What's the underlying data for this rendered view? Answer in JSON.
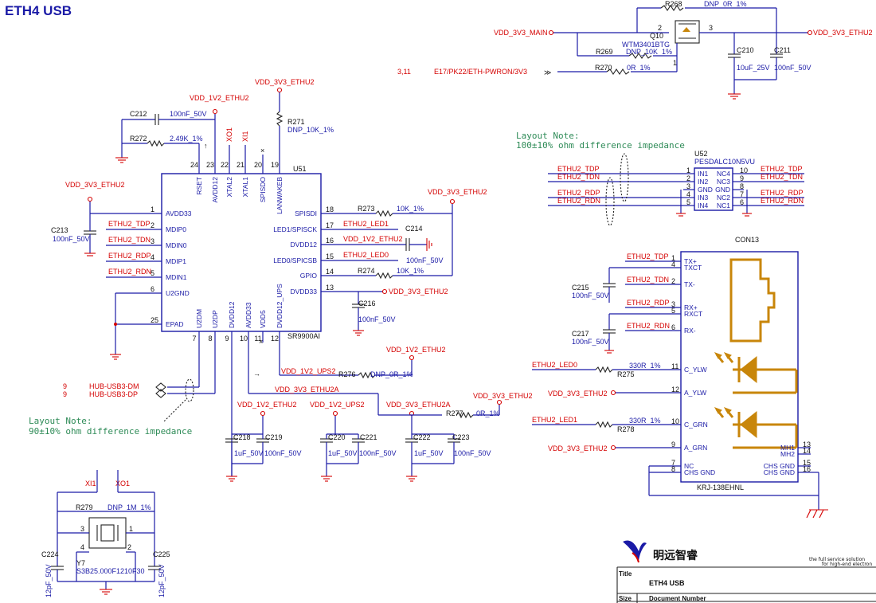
{
  "title": "ETH4 USB",
  "nets": {
    "vdd_3v3_main": "VDD_3V3_MAIN",
    "vdd_3v3_ethu2": "VDD_3V3_ETHU2",
    "vdd_1v2_ethu2": "VDD_1V2_ETHU2",
    "vdd_1v2_ups2": "VDD_1V2_UPS2",
    "vdd_3v3_ethu2a": "VDD_3V3_ETHU2A",
    "eth_pwron": "E17/PK22/ETH-PWRON/3V3",
    "eth_pwron_ref": "3,11",
    "hub_dm": "HUB-USB3-DM",
    "hub_dp": "HUB-USB3-DP",
    "hub_ref": "9",
    "tdp": "ETHU2_TDP",
    "tdn": "ETHU2_TDN",
    "rdp": "ETHU2_RDP",
    "rdn": "ETHU2_RDN",
    "led0": "ETHU2_LED0",
    "led1": "ETHU2_LED1",
    "xi1": "XI1",
    "xo1": "XO1"
  },
  "notes": {
    "note1_a": "Layout Note:",
    "note1_b": "100±10% ohm difference impedance",
    "note2_a": "Layout Note:",
    "note2_b": "90±10% ohm difference impedance"
  },
  "u51": {
    "ref": "U51",
    "part": "SR9900AI",
    "left_pins": [
      {
        "num": "1",
        "name": "AVDD33"
      },
      {
        "num": "2",
        "name": "MDIP0"
      },
      {
        "num": "3",
        "name": "MDIN0"
      },
      {
        "num": "4",
        "name": "MDIP1"
      },
      {
        "num": "5",
        "name": "MDIN1"
      },
      {
        "num": "6",
        "name": "U2GND"
      },
      {
        "num": "25",
        "name": "EPAD"
      }
    ],
    "right_pins": [
      {
        "num": "18",
        "name": "SPISDI"
      },
      {
        "num": "17",
        "name": "LED1/SPISCK"
      },
      {
        "num": "16",
        "name": "DVDD12"
      },
      {
        "num": "15",
        "name": "LED0/SPICSB"
      },
      {
        "num": "14",
        "name": "GPIO"
      },
      {
        "num": "13",
        "name": "DVDD33"
      }
    ],
    "top_pins": [
      {
        "num": "24",
        "name": "RSET"
      },
      {
        "num": "23",
        "name": "AVDD12"
      },
      {
        "num": "22",
        "name": "XTAL2"
      },
      {
        "num": "21",
        "name": "XTAL1"
      },
      {
        "num": "20",
        "name": "SPISDO"
      },
      {
        "num": "19",
        "name": "LANWAKEB"
      }
    ],
    "bottom_pins": [
      {
        "num": "7",
        "name": "U2DM"
      },
      {
        "num": "8",
        "name": "U2DP"
      },
      {
        "num": "9",
        "name": "DVDD12"
      },
      {
        "num": "10",
        "name": "AVDD33"
      },
      {
        "num": "11",
        "name": "VDD5"
      },
      {
        "num": "12",
        "name": "DVDD12_UPS"
      }
    ]
  },
  "u52": {
    "ref": "U52",
    "part": "PESDALC10N5VU",
    "pins_left": [
      "IN1",
      "IN2",
      "GND",
      "IN3",
      "IN4"
    ],
    "pins_right": [
      "NC4",
      "NC3",
      "GND",
      "NC2",
      "NC1"
    ],
    "nums_left": [
      "1",
      "2",
      "3",
      "4",
      "5"
    ],
    "nums_right": [
      "10",
      "9",
      "8",
      "7",
      "6"
    ]
  },
  "con13": {
    "ref": "CON13",
    "part": "KRJ-138EHNL",
    "pins": [
      {
        "num": "1",
        "name": "TX+"
      },
      {
        "num": "4",
        "name": "TXCT"
      },
      {
        "num": "2",
        "name": "TX-"
      },
      {
        "num": "3",
        "name": "RX+"
      },
      {
        "num": "5",
        "name": "RXCT"
      },
      {
        "num": "6",
        "name": "RX-"
      },
      {
        "num": "11",
        "name": "C_YLW"
      },
      {
        "num": "12",
        "name": "A_YLW"
      },
      {
        "num": "10",
        "name": "C_GRN"
      },
      {
        "num": "9",
        "name": "A_GRN"
      },
      {
        "num": "7",
        "name": "NC"
      },
      {
        "num": "8",
        "name": "CHS GND"
      }
    ],
    "right_pins": [
      {
        "num": "13",
        "name": "MH1"
      },
      {
        "num": "14",
        "name": "MH2"
      },
      {
        "num": "15",
        "name": "CHS GND"
      },
      {
        "num": "16",
        "name": "CHS GND"
      }
    ]
  },
  "q10": {
    "ref": "Q10",
    "part": "WTM3401BTG",
    "pin1": "1",
    "pin2": "2",
    "pin3": "3"
  },
  "y7": {
    "ref": "Y7",
    "part": "S3B25.000F1210F30",
    "pin1": "1",
    "pin2": "2",
    "pin3": "3",
    "pin4": "4"
  },
  "resistors": {
    "r268": {
      "ref": "R268",
      "val": "DNP_0R_1%"
    },
    "r269": {
      "ref": "R269",
      "val": "DNP_10K_1%"
    },
    "r270": {
      "ref": "R270",
      "val": "0R_1%"
    },
    "r271": {
      "ref": "R271",
      "val": "DNP_10K_1%"
    },
    "r272": {
      "ref": "R272",
      "val": "2.49K_1%"
    },
    "r273": {
      "ref": "R273",
      "val": "10K_1%"
    },
    "r274": {
      "ref": "R274",
      "val": "10K_1%"
    },
    "r275": {
      "ref": "R275",
      "val": "330R_1%"
    },
    "r276": {
      "ref": "R276",
      "val": "DNP_0R_1%"
    },
    "r277": {
      "ref": "R277",
      "val": "0R_1%"
    },
    "r278": {
      "ref": "R278",
      "val": "330R_1%"
    },
    "r279": {
      "ref": "R279",
      "val": "DNP_1M_1%"
    }
  },
  "caps": {
    "c210": {
      "ref": "C210",
      "val": "10uF_25V"
    },
    "c211": {
      "ref": "C211",
      "val": "100nF_50V"
    },
    "c212": {
      "ref": "C212",
      "val": "100nF_50V"
    },
    "c213": {
      "ref": "C213",
      "val": "100nF_50V"
    },
    "c214": {
      "ref": "C214",
      "val": "100nF_50V"
    },
    "c215": {
      "ref": "C215",
      "val": "100nF_50V"
    },
    "c216": {
      "ref": "C216",
      "val": "100nF_50V"
    },
    "c217": {
      "ref": "C217",
      "val": "100nF_50V"
    },
    "c218": {
      "ref": "C218",
      "val": "1uF_50V"
    },
    "c219": {
      "ref": "C219",
      "val": "100nF_50V"
    },
    "c220": {
      "ref": "C220",
      "val": "1uF_50V"
    },
    "c221": {
      "ref": "C221",
      "val": "100nF_50V"
    },
    "c222": {
      "ref": "C222",
      "val": "1uF_50V"
    },
    "c223": {
      "ref": "C223",
      "val": "100nF_50V"
    },
    "c224": {
      "ref": "C224",
      "val": "12pF_50V"
    },
    "c225": {
      "ref": "C225",
      "val": "12pF_50V"
    }
  },
  "titleblock": {
    "company": "明远智睿",
    "slogan_1": "the full service solution",
    "slogan_2": "for high-end electron",
    "title_lbl": "Title",
    "title_val": "ETH4 USB",
    "size_lbl": "Size",
    "docnum_lbl": "Document Number"
  }
}
